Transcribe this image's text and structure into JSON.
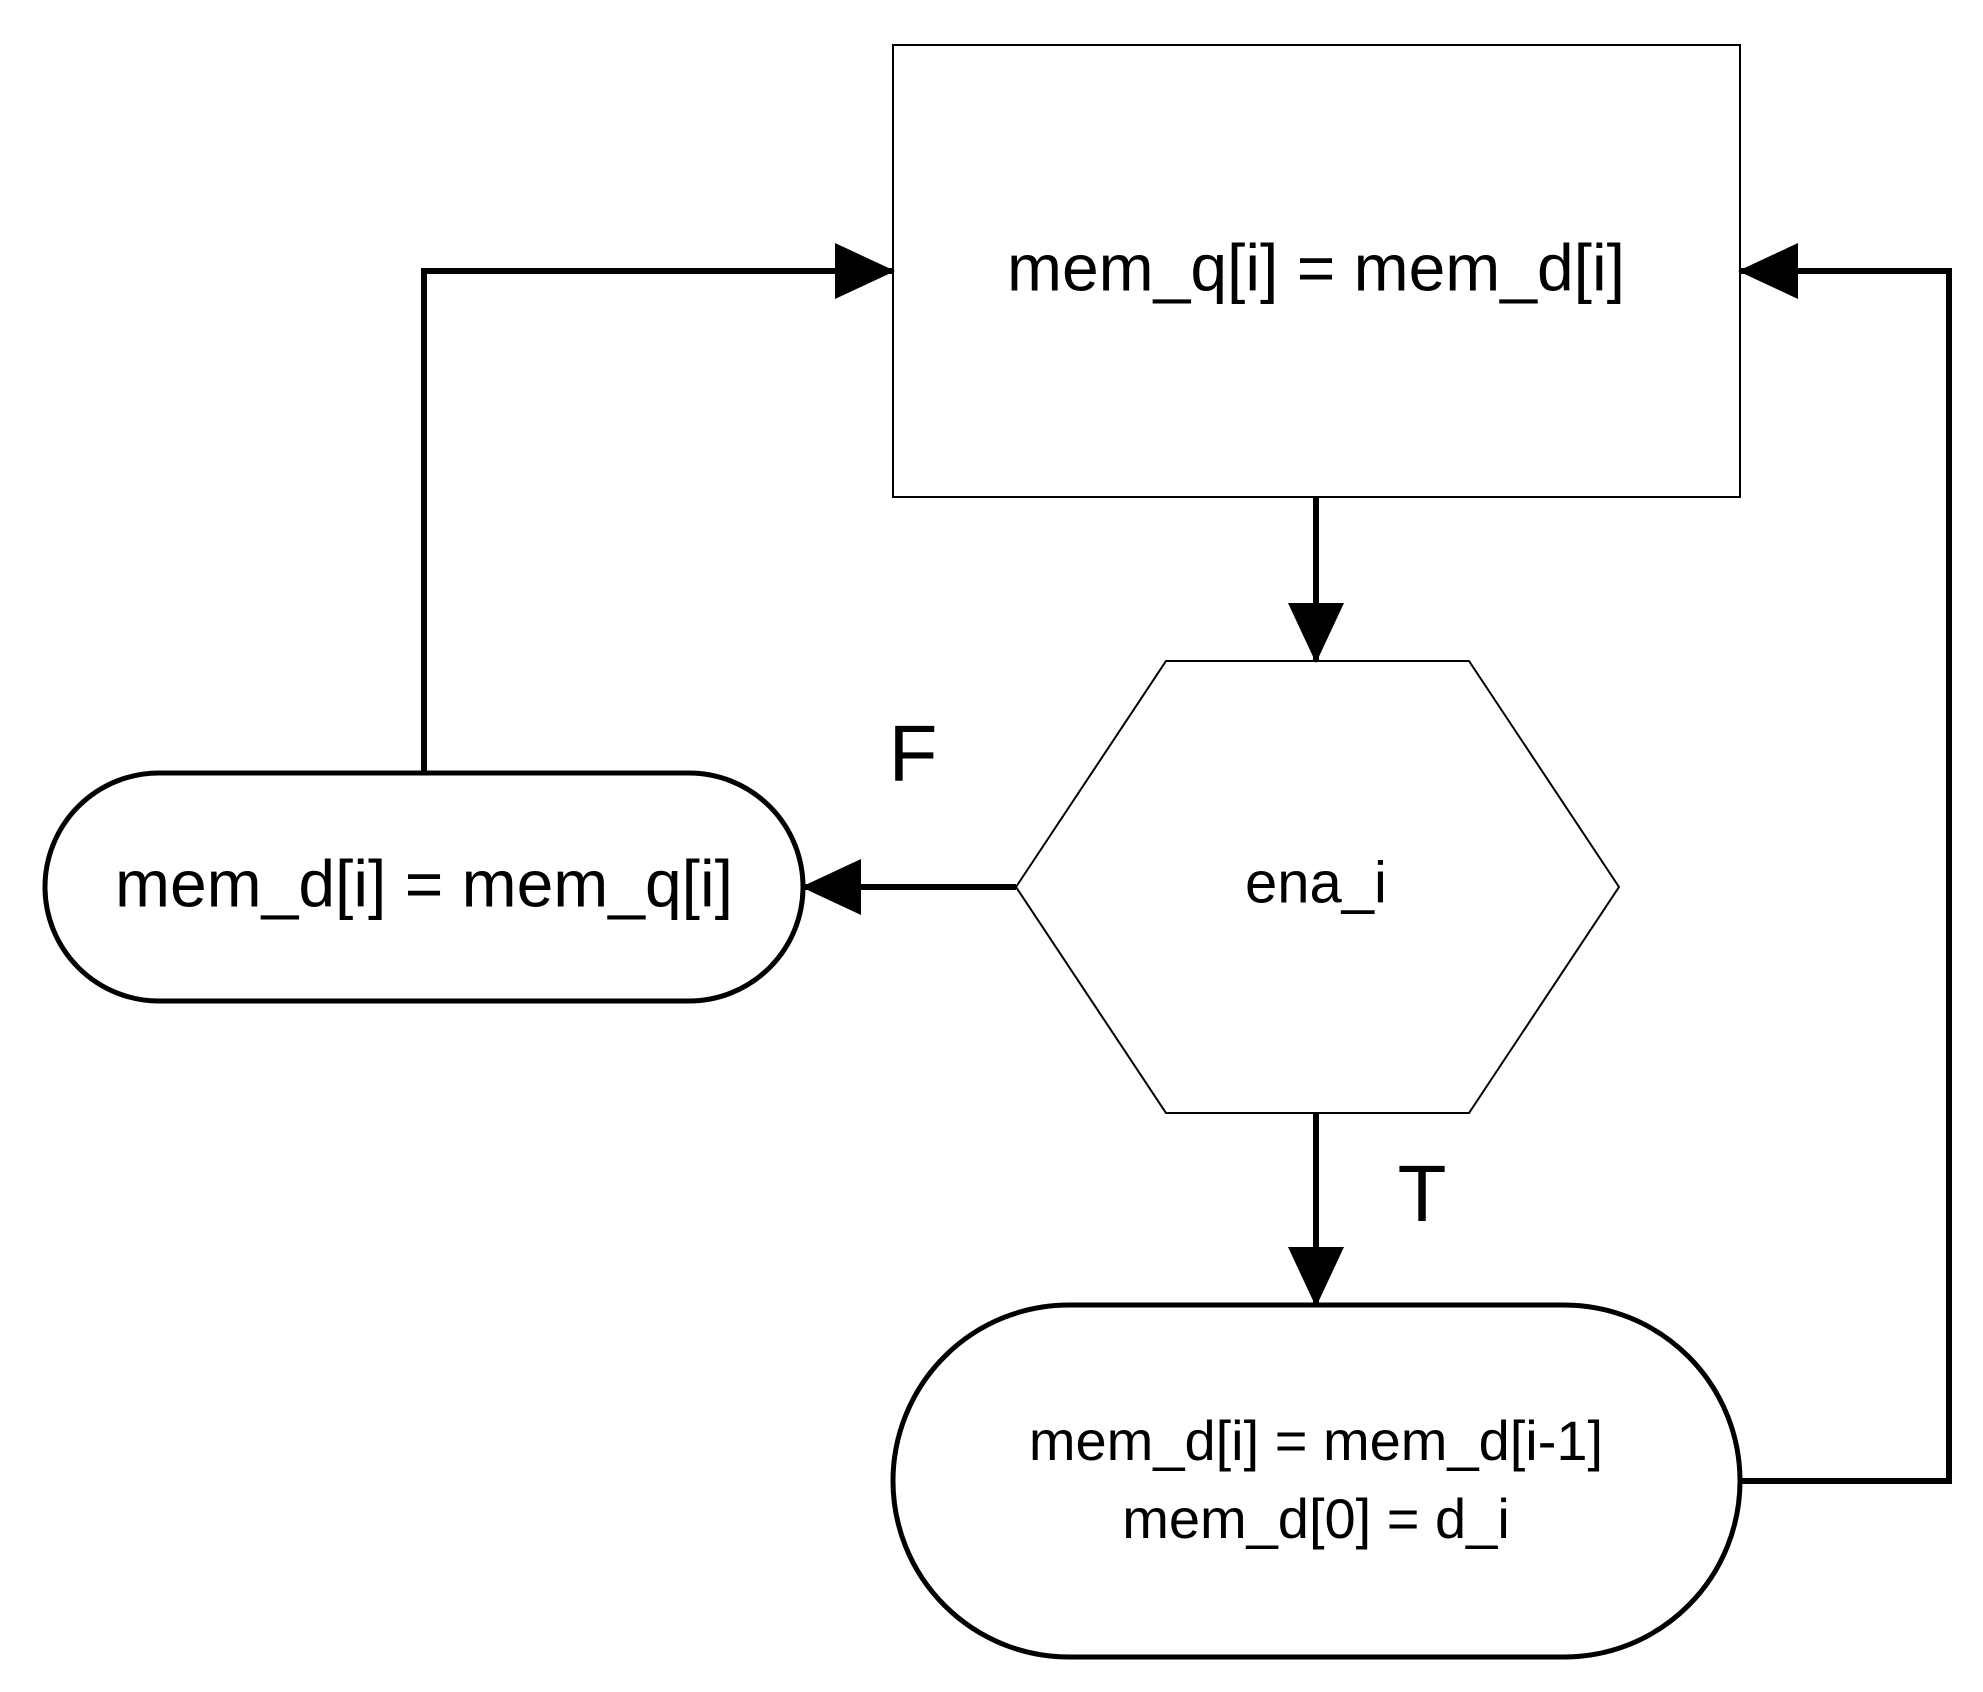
{
  "colors": {
    "stroke": "#000000",
    "background": "#ffffff"
  },
  "nodes": {
    "process_box": {
      "shape": "rectangle",
      "label": "mem_q[i] = mem_d[i]"
    },
    "decision": {
      "shape": "hexagon",
      "label": "ena_i"
    },
    "false_action": {
      "shape": "rounded-terminal",
      "label": "mem_d[i] = mem_q[i]"
    },
    "true_action": {
      "shape": "rounded-terminal",
      "line1": "mem_d[i] = mem_d[i-1]",
      "line2": "mem_d[0] = d_i"
    }
  },
  "edges": {
    "process_to_decision": {
      "from": "process_box",
      "to": "decision"
    },
    "decision_false": {
      "from": "decision",
      "to": "false_action",
      "label": "F"
    },
    "decision_true": {
      "from": "decision",
      "to": "true_action",
      "label": "T"
    },
    "false_loop": {
      "from": "false_action",
      "to": "process_box"
    },
    "true_loop": {
      "from": "true_action",
      "to": "process_box"
    }
  }
}
